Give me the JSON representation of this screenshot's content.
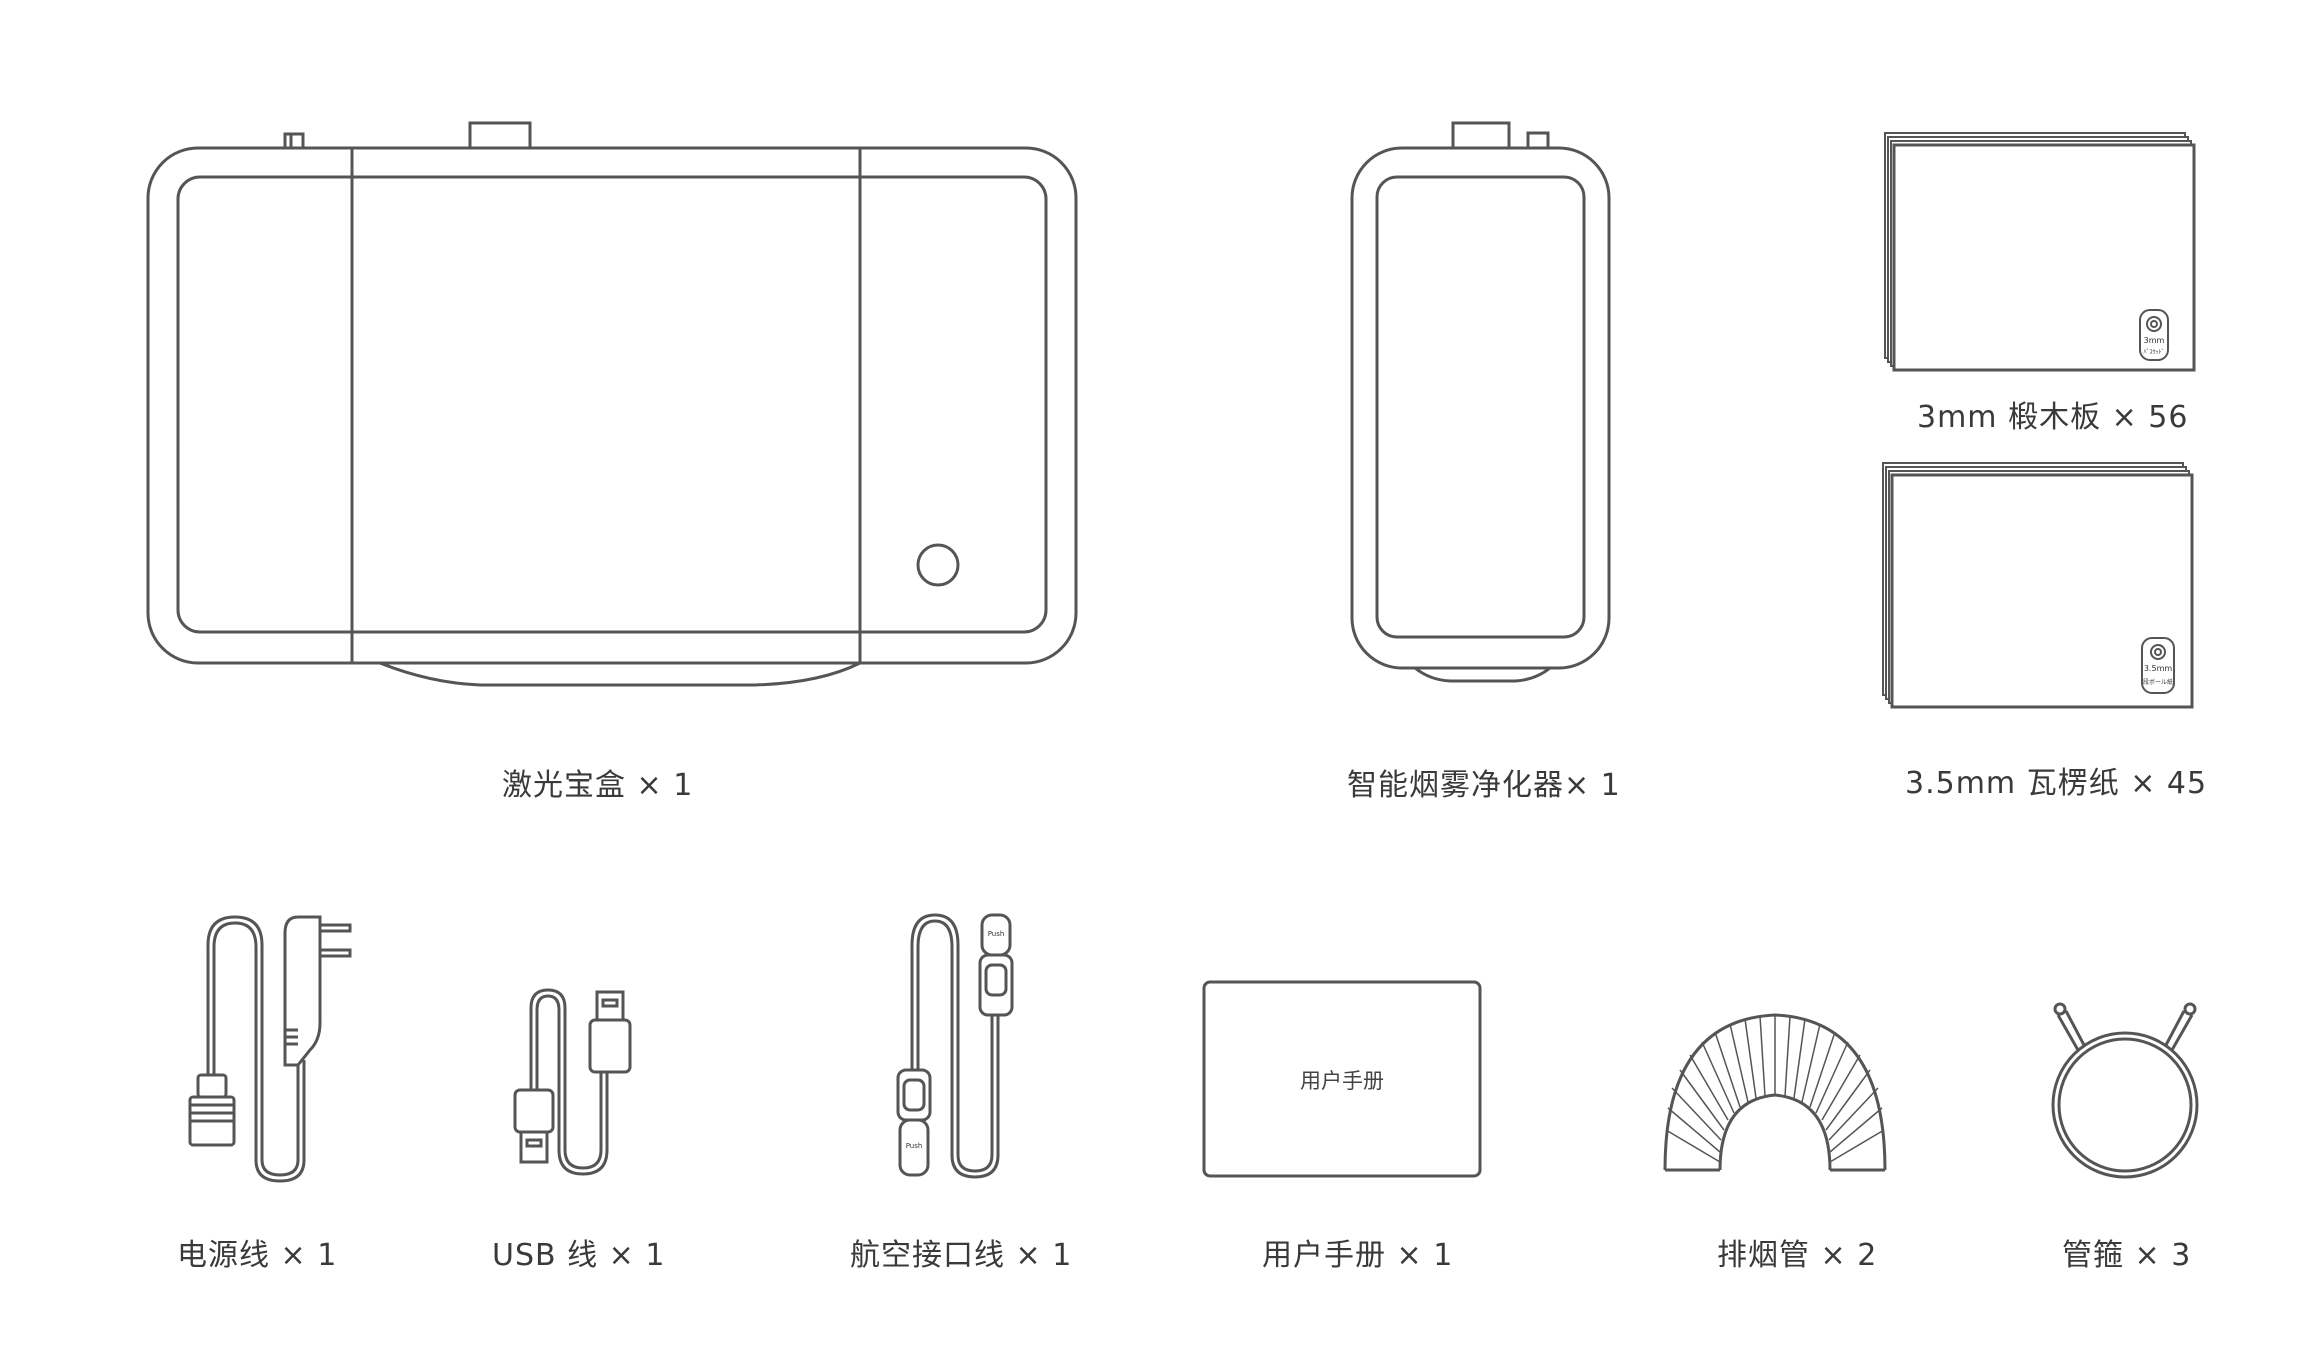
{
  "items": {
    "laser_box": {
      "caption": "激光宝盒 × 1"
    },
    "purifier": {
      "caption": "智能烟雾净化器× 1"
    },
    "plywood": {
      "caption": "3mm 椴木板  ×  56",
      "badge_line1": "3mm",
      "badge_line2": "ﾊﾞｽｳｯﾄﾞ"
    },
    "cardboard": {
      "caption": "3.5mm 瓦楞纸  ×  45",
      "badge_line1": "3.5mm",
      "badge_line2": "段ボール紙"
    },
    "power_cord": {
      "caption": "电源线 × 1"
    },
    "usb_cable": {
      "caption": "USB 线 × 1"
    },
    "aviation_cable": {
      "caption": "航空接口线 × 1",
      "plug_top": "Push",
      "plug_bottom": "Push"
    },
    "manual": {
      "caption": "用户手册 × 1",
      "cover_text": "用户手册"
    },
    "exhaust_pipe": {
      "caption": "排烟管 × 2"
    },
    "hose_clamp": {
      "caption": "管箍 × 3"
    }
  },
  "colors": {
    "line": "#555555",
    "text": "#3a3a3a",
    "background": "#ffffff"
  }
}
